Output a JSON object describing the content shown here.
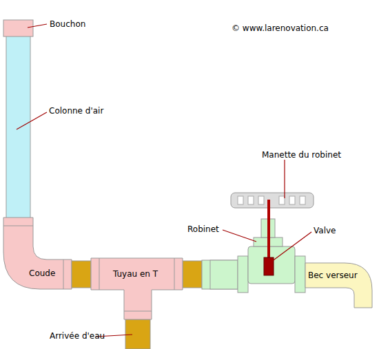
{
  "diagram": {
    "labels": [
      "Bouchon",
      "© www.larenovation.ca",
      "Colonne d'air",
      "Manette du robinet",
      "Robinet",
      "Valve",
      "Coude",
      "Tuyau en T",
      "Bec verseur",
      "Arrivée d'eau"
    ]
  }
}
